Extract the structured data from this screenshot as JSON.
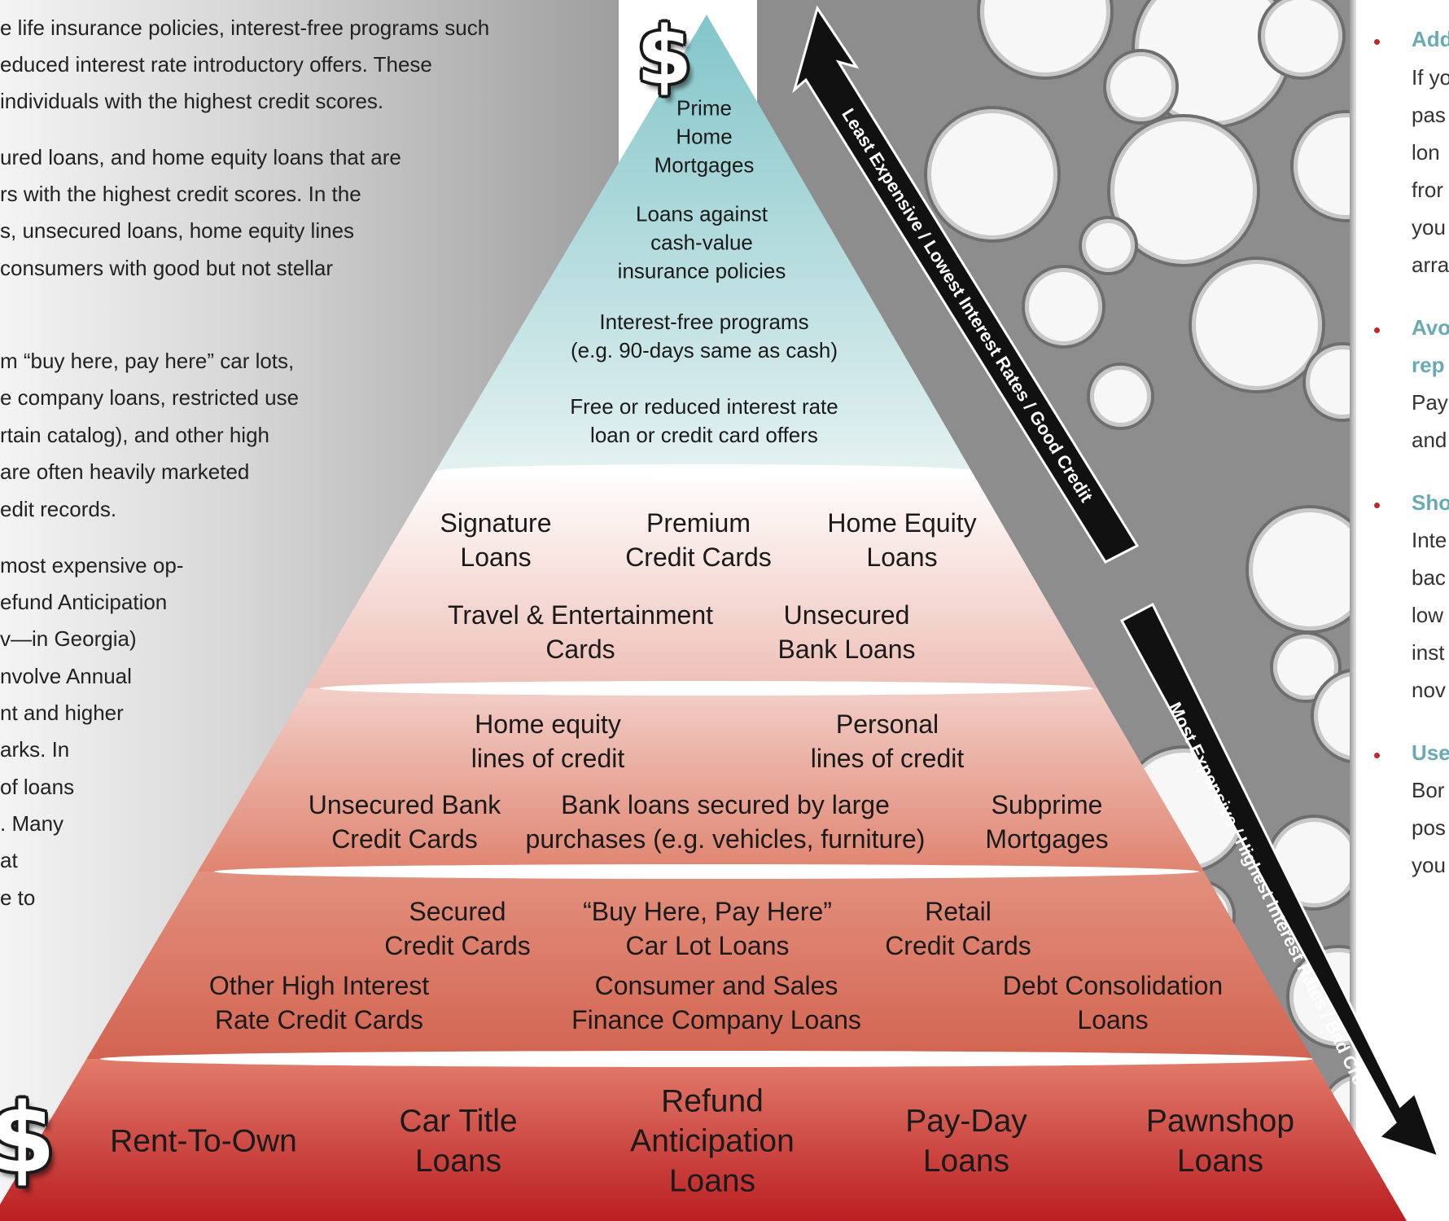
{
  "left_text_lines": [
    "e life insurance policies, interest-free programs such",
    "educed interest rate introductory offers.  These",
    " individuals with the highest credit scores.",
    "ured loans, and home equity loans that are",
    "rs with the highest credit scores. In the",
    "s, unsecured loans, home equity lines",
    " consumers with good but not stellar",
    "m “buy here, pay here” car lots,",
    "e company loans, restricted use",
    "rtain catalog), and other high",
    " are often heavily marketed",
    "edit records.",
    " most expensive op-",
    "efund Anticipation",
    "v—in Georgia)",
    "nvolve Annual",
    "nt and higher",
    "arks.  In",
    "of loans",
    ".  Many",
    "at",
    "e to"
  ],
  "pyramid": {
    "top_symbol": "$",
    "bottom_symbol": "$",
    "tiers": [
      {
        "name": "tier-1",
        "items": [
          "Prime\nHome\nMortgages",
          "Loans against\ncash-value\ninsurance policies",
          "Interest-free programs\n(e.g. 90-days same as cash)",
          "Free or reduced interest rate\nloan or credit card offers"
        ]
      },
      {
        "name": "tier-2",
        "items": [
          "Signature\nLoans",
          "Premium\nCredit Cards",
          "Home Equity\nLoans",
          "Travel & Entertainment\nCards",
          "Unsecured\nBank Loans"
        ]
      },
      {
        "name": "tier-3",
        "items": [
          "Home equity\nlines of credit",
          "Personal\nlines of credit",
          "Unsecured Bank\nCredit Cards",
          "Bank loans secured by large\npurchases (e.g. vehicles, furniture)",
          "Subprime\nMortgages"
        ]
      },
      {
        "name": "tier-4",
        "items": [
          "Secured\nCredit Cards",
          "“Buy Here, Pay Here”\nCar Lot Loans",
          "Retail\nCredit Cards",
          "Other High Interest\nRate Credit Cards",
          "Consumer and Sales\nFinance Company Loans",
          "Debt Consolidation\nLoans"
        ]
      },
      {
        "name": "tier-5",
        "items": [
          "Rent-To-Own",
          "Car Title\nLoans",
          "Refund\nAnticipation\nLoans",
          "Pay-Day\nLoans",
          "Pawnshop\nLoans"
        ]
      }
    ]
  },
  "arrows": {
    "up_label": "Least Expensive / Lowest Interest Rates / Good Credit",
    "down_label": "Most Expensive / Highest Interest Rates / Bad Credit"
  },
  "right_panel": {
    "headings": [
      "Add",
      "Avo",
      "rep",
      "Sho",
      "Use"
    ],
    "lines": [
      "If yo",
      "pas",
      "lon",
      "fror",
      "you",
      "arra",
      "Pay",
      "and",
      "Inte",
      "bac",
      "low",
      "inst",
      "nov",
      "Bor",
      "pos",
      "you"
    ]
  },
  "colors": {
    "tier1_top": "#7fc4c8",
    "tier1_bottom": "#e4f1f1",
    "tier2_top": "#ffffff",
    "tier2_bottom": "#eebfb6",
    "tier3_top": "#f2cfc8",
    "tier3_bottom": "#e08470",
    "tier4_top": "#e3907e",
    "tier4_bottom": "#d26451",
    "tier5_top": "#e27c6b",
    "tier5_bottom": "#bb1e22",
    "heading_teal": "#6aaab2",
    "bullet_red": "#c0282a"
  }
}
